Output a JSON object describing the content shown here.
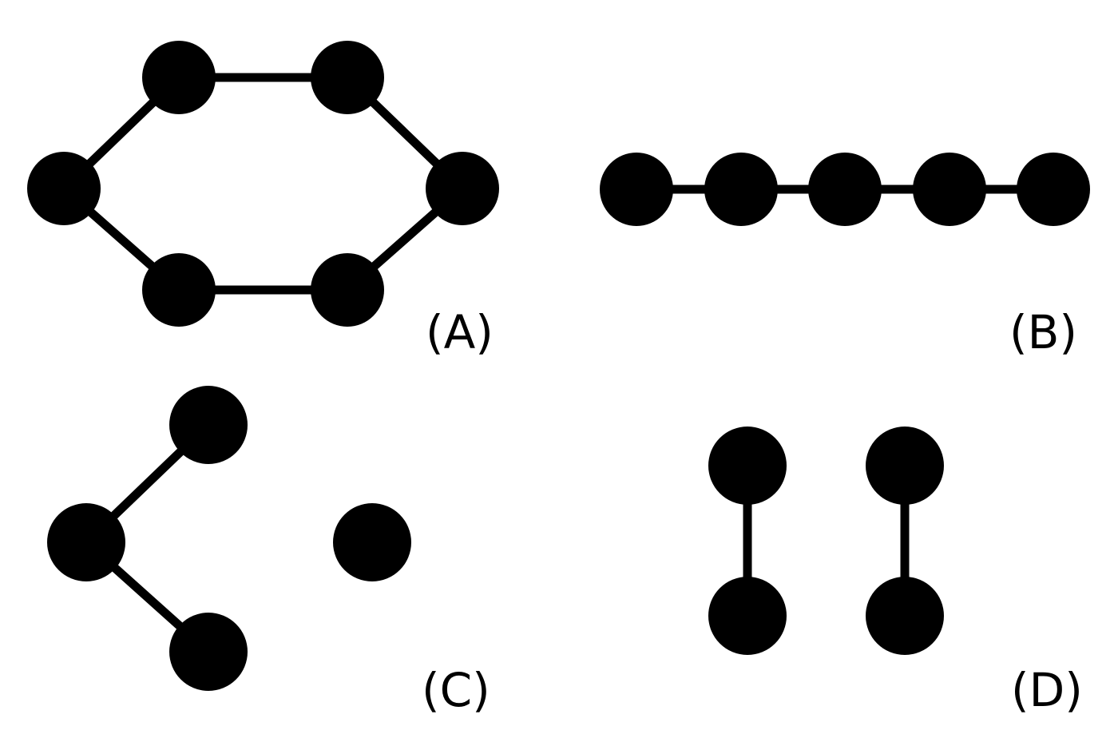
{
  "panels": [
    {
      "id": "A",
      "label": "(A)"
    },
    {
      "id": "B",
      "label": "(B)"
    },
    {
      "id": "C",
      "label": "(C)"
    },
    {
      "id": "D",
      "label": "(D)"
    }
  ],
  "colors": {
    "ink": "#000000",
    "background": "#ffffff"
  }
}
